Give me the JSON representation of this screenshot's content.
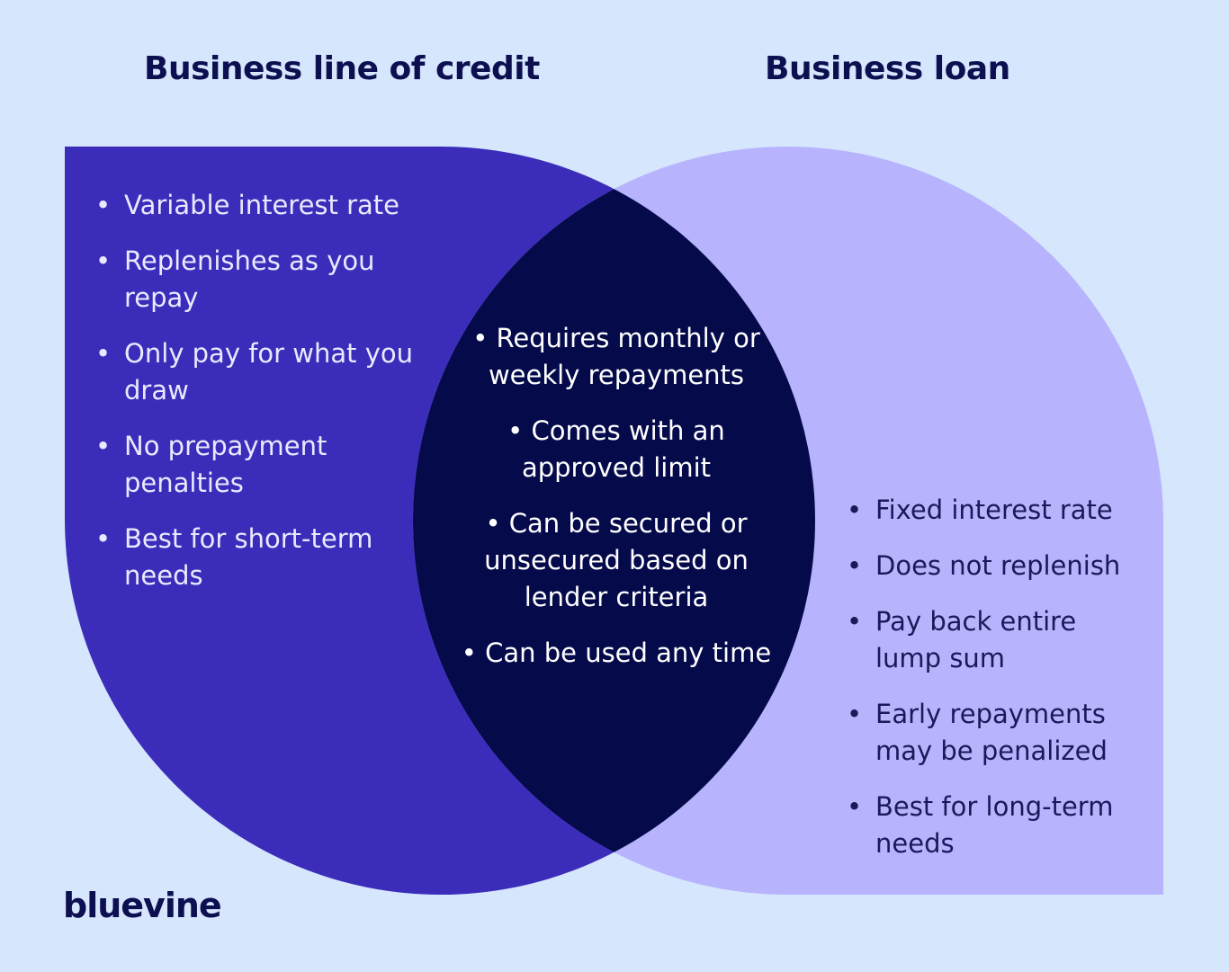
{
  "headings": {
    "left": "Business line of credit",
    "right": "Business loan"
  },
  "line_of_credit": [
    "Variable interest rate",
    "Replenishes as you repay",
    "Only pay for what you draw",
    "No prepayment penalties",
    "Best for short-term needs"
  ],
  "both": [
    "Requires monthly or weekly repayments",
    "Comes with an approved limit",
    "Can be secured or unsecured based on lender criteria",
    "Can be used any time"
  ],
  "business_loan": [
    "Fixed interest rate",
    "Does not replenish",
    "Pay back entire lump sum",
    "Early repayments may be penalized",
    "Best for long-term needs"
  ],
  "brand": {
    "logo_text": "bluevine"
  },
  "colors": {
    "background": "#d6e6fd",
    "left_shape": "#3b2dba",
    "right_shape": "#b7b4fd",
    "overlap": "#050a4b",
    "heading_text": "#0d1050"
  }
}
